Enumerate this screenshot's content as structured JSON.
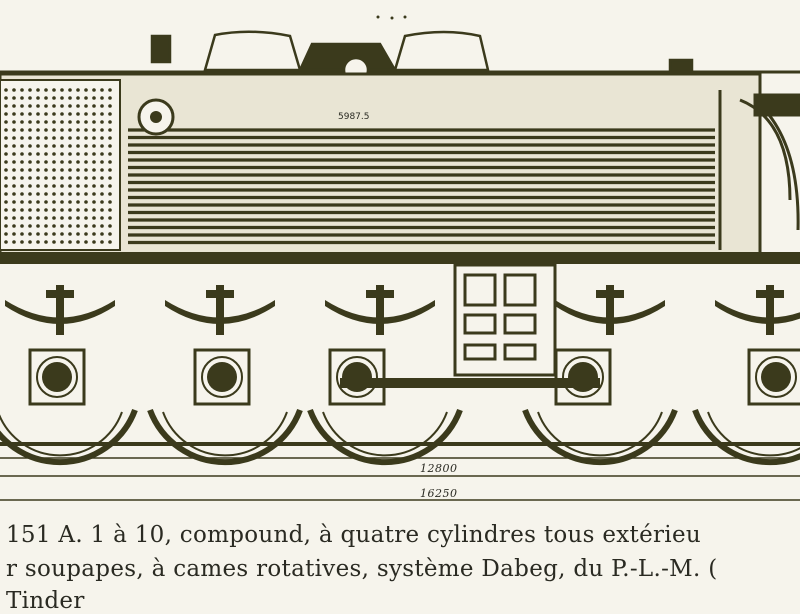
{
  "drawing": {
    "plate_number": "5987.5",
    "dimension_inner": "12800",
    "dimension_outer": "16250"
  },
  "caption": {
    "line1": "151 A. 1 à 10, compound, à quatre cylindres tous extérieu",
    "line2": "r soupapes, à cames rotatives, système Dabeg, du P.-L.-M. (",
    "line3": "Tinder"
  },
  "colors": {
    "paper": "#f6f4ec",
    "ink": "#3b3a1c"
  }
}
